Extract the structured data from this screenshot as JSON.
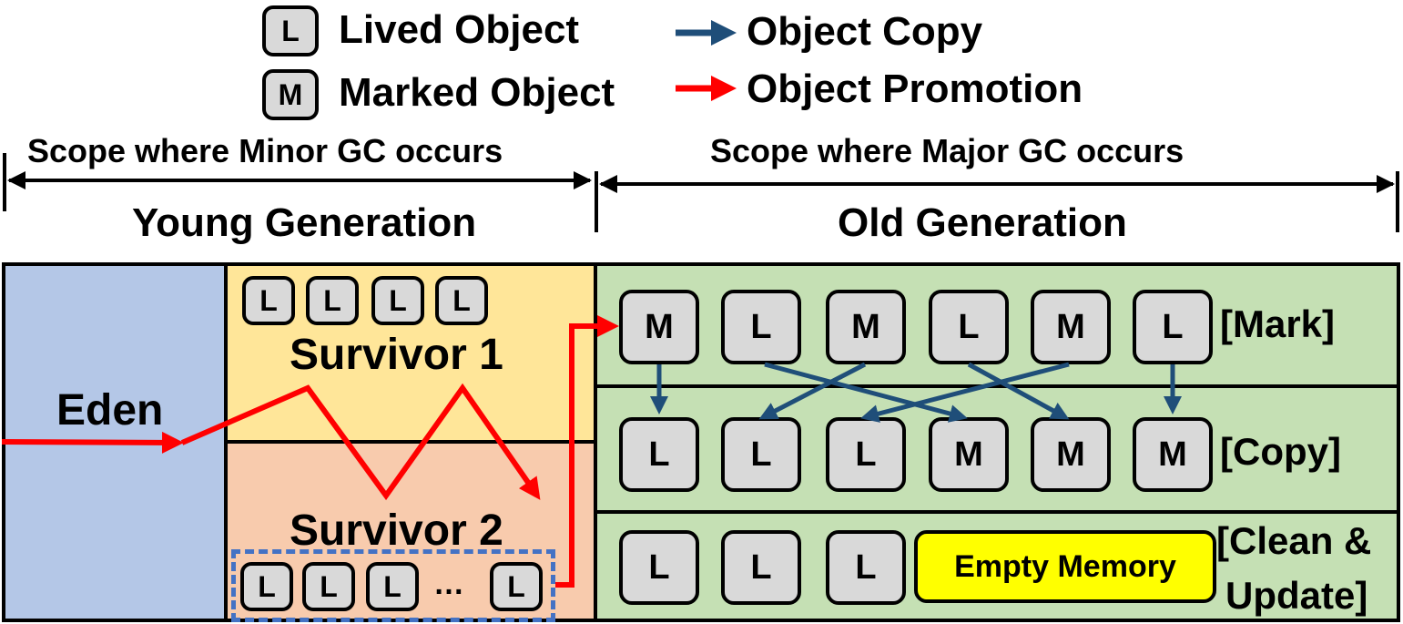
{
  "legend": {
    "lived_symbol": "L",
    "lived_label": "Lived Object",
    "marked_symbol": "M",
    "marked_label": "Marked Object",
    "copy_label": "Object Copy",
    "promotion_label": "Object Promotion"
  },
  "scopes": {
    "minor": "Scope where Minor GC occurs",
    "major": "Scope where Major GC occurs"
  },
  "generations": {
    "young": "Young Generation",
    "old": "Old Generation"
  },
  "regions": {
    "eden": "Eden",
    "survivor1": "Survivor 1",
    "survivor2": "Survivor 2",
    "ellipsis": "…"
  },
  "survivor1_objects": [
    "L",
    "L",
    "L",
    "L"
  ],
  "survivor2_objects": [
    "L",
    "L",
    "L",
    "L"
  ],
  "old_rows": {
    "mark": {
      "label": "[Mark]",
      "objects": [
        "M",
        "L",
        "M",
        "L",
        "M",
        "L"
      ]
    },
    "copy": {
      "label": "[Copy]",
      "objects": [
        "L",
        "L",
        "L",
        "M",
        "M",
        "M"
      ]
    },
    "clean": {
      "label_line1": "[Clean &",
      "label_line2": "Update]",
      "objects": [
        "L",
        "L",
        "L"
      ],
      "empty": "Empty Memory"
    }
  },
  "colors": {
    "eden": "#b4c7e7",
    "survivor1": "#ffe699",
    "survivor2": "#f8cbad",
    "old": "#c5e0b4",
    "object": "#d9d9d9",
    "empty_memory": "#ffff00",
    "copy_arrow": "#1f4e79",
    "promotion_arrow": "#ff0000",
    "dashed_border": "#4472c4"
  }
}
